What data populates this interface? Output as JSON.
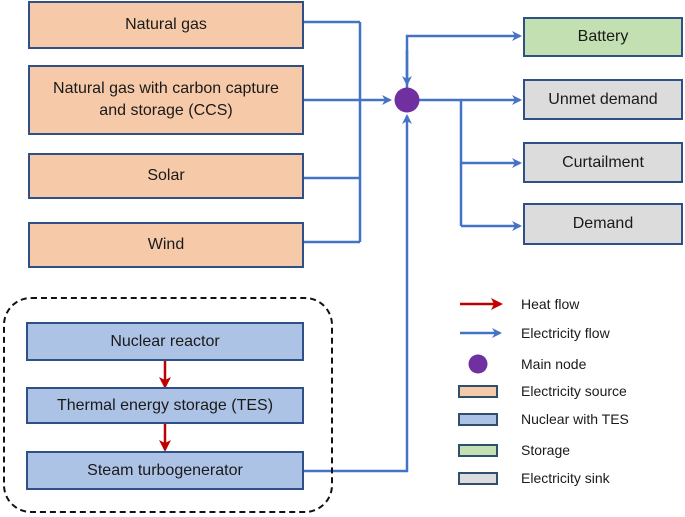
{
  "colors": {
    "electricity_flow": "#4472c4",
    "heat_flow": "#c00000",
    "main_node": "#7030a0",
    "electricity_source": "#f6c9a8",
    "nuclear_with_tes": "#adc3e6",
    "storage": "#c3e0b2",
    "electricity_sink": "#dcdcdc",
    "box_border": "#2f4f87"
  },
  "sources": [
    {
      "id": "natural-gas",
      "label": "Natural gas"
    },
    {
      "id": "natural-gas-ccs",
      "label": "Natural gas with carbon capture and storage (CCS)"
    },
    {
      "id": "solar",
      "label": "Solar"
    },
    {
      "id": "wind",
      "label": "Wind"
    }
  ],
  "nuclear_group": [
    {
      "id": "nuclear-reactor",
      "label": "Nuclear reactor"
    },
    {
      "id": "tes",
      "label": "Thermal energy storage (TES)"
    },
    {
      "id": "steam-turbogenerator",
      "label": "Steam turbogenerator"
    }
  ],
  "outputs": [
    {
      "id": "battery",
      "label": "Battery",
      "type": "storage"
    },
    {
      "id": "unmet-demand",
      "label": "Unmet demand",
      "type": "sink"
    },
    {
      "id": "curtailment",
      "label": "Curtailment",
      "type": "sink"
    },
    {
      "id": "demand",
      "label": "Demand",
      "type": "sink"
    }
  ],
  "main_node": {
    "label": "Main node"
  },
  "legend": [
    {
      "kind": "heat-arrow",
      "label": "Heat flow"
    },
    {
      "kind": "electricity-arrow",
      "label": "Electricity flow"
    },
    {
      "kind": "node",
      "label": "Main node"
    },
    {
      "kind": "source-swatch",
      "label": "Electricity source"
    },
    {
      "kind": "nuclear-swatch",
      "label": "Nuclear with TES"
    },
    {
      "kind": "storage-swatch",
      "label": "Storage"
    },
    {
      "kind": "sink-swatch",
      "label": "Electricity sink"
    }
  ]
}
